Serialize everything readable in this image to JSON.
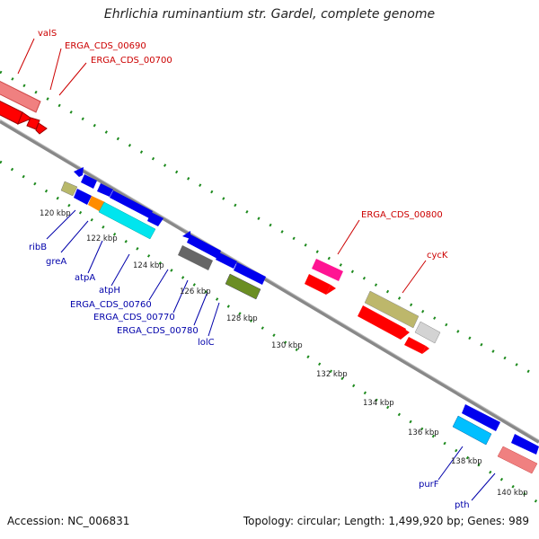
{
  "title": "Ehrlichia ruminantium str. Gardel, complete genome",
  "footer": {
    "accession": "Accession: NC_006831",
    "topology": "Topology: circular; Length: 1,499,920 bp; Genes: 989"
  },
  "colors": {
    "backbone": "#888888",
    "tick": "#1d8a1d",
    "label_red": "#cc0000",
    "label_blue": "#0000aa"
  },
  "ticks": [
    {
      "label": "120 kbp"
    },
    {
      "label": "122 kbp"
    },
    {
      "label": "124 kbp"
    },
    {
      "label": "126 kbp"
    },
    {
      "label": "128 kbp"
    },
    {
      "label": "130 kbp"
    },
    {
      "label": "132 kbp"
    },
    {
      "label": "134 kbp"
    },
    {
      "label": "136 kbp"
    },
    {
      "label": "138 kbp"
    },
    {
      "label": "140 kbp"
    }
  ],
  "labels_top": [
    {
      "text": "valS"
    },
    {
      "text": "ERGA_CDS_00690"
    },
    {
      "text": "ERGA_CDS_00700"
    },
    {
      "text": "ERGA_CDS_00800"
    },
    {
      "text": "cycK"
    }
  ],
  "labels_bottom": [
    {
      "text": "ribB"
    },
    {
      "text": "greA"
    },
    {
      "text": "atpA"
    },
    {
      "text": "atpH"
    },
    {
      "text": "ERGA_CDS_00760"
    },
    {
      "text": "ERGA_CDS_00770"
    },
    {
      "text": "ERGA_CDS_00780"
    },
    {
      "text": "lolC"
    },
    {
      "text": "purF"
    },
    {
      "text": "pth"
    }
  ]
}
